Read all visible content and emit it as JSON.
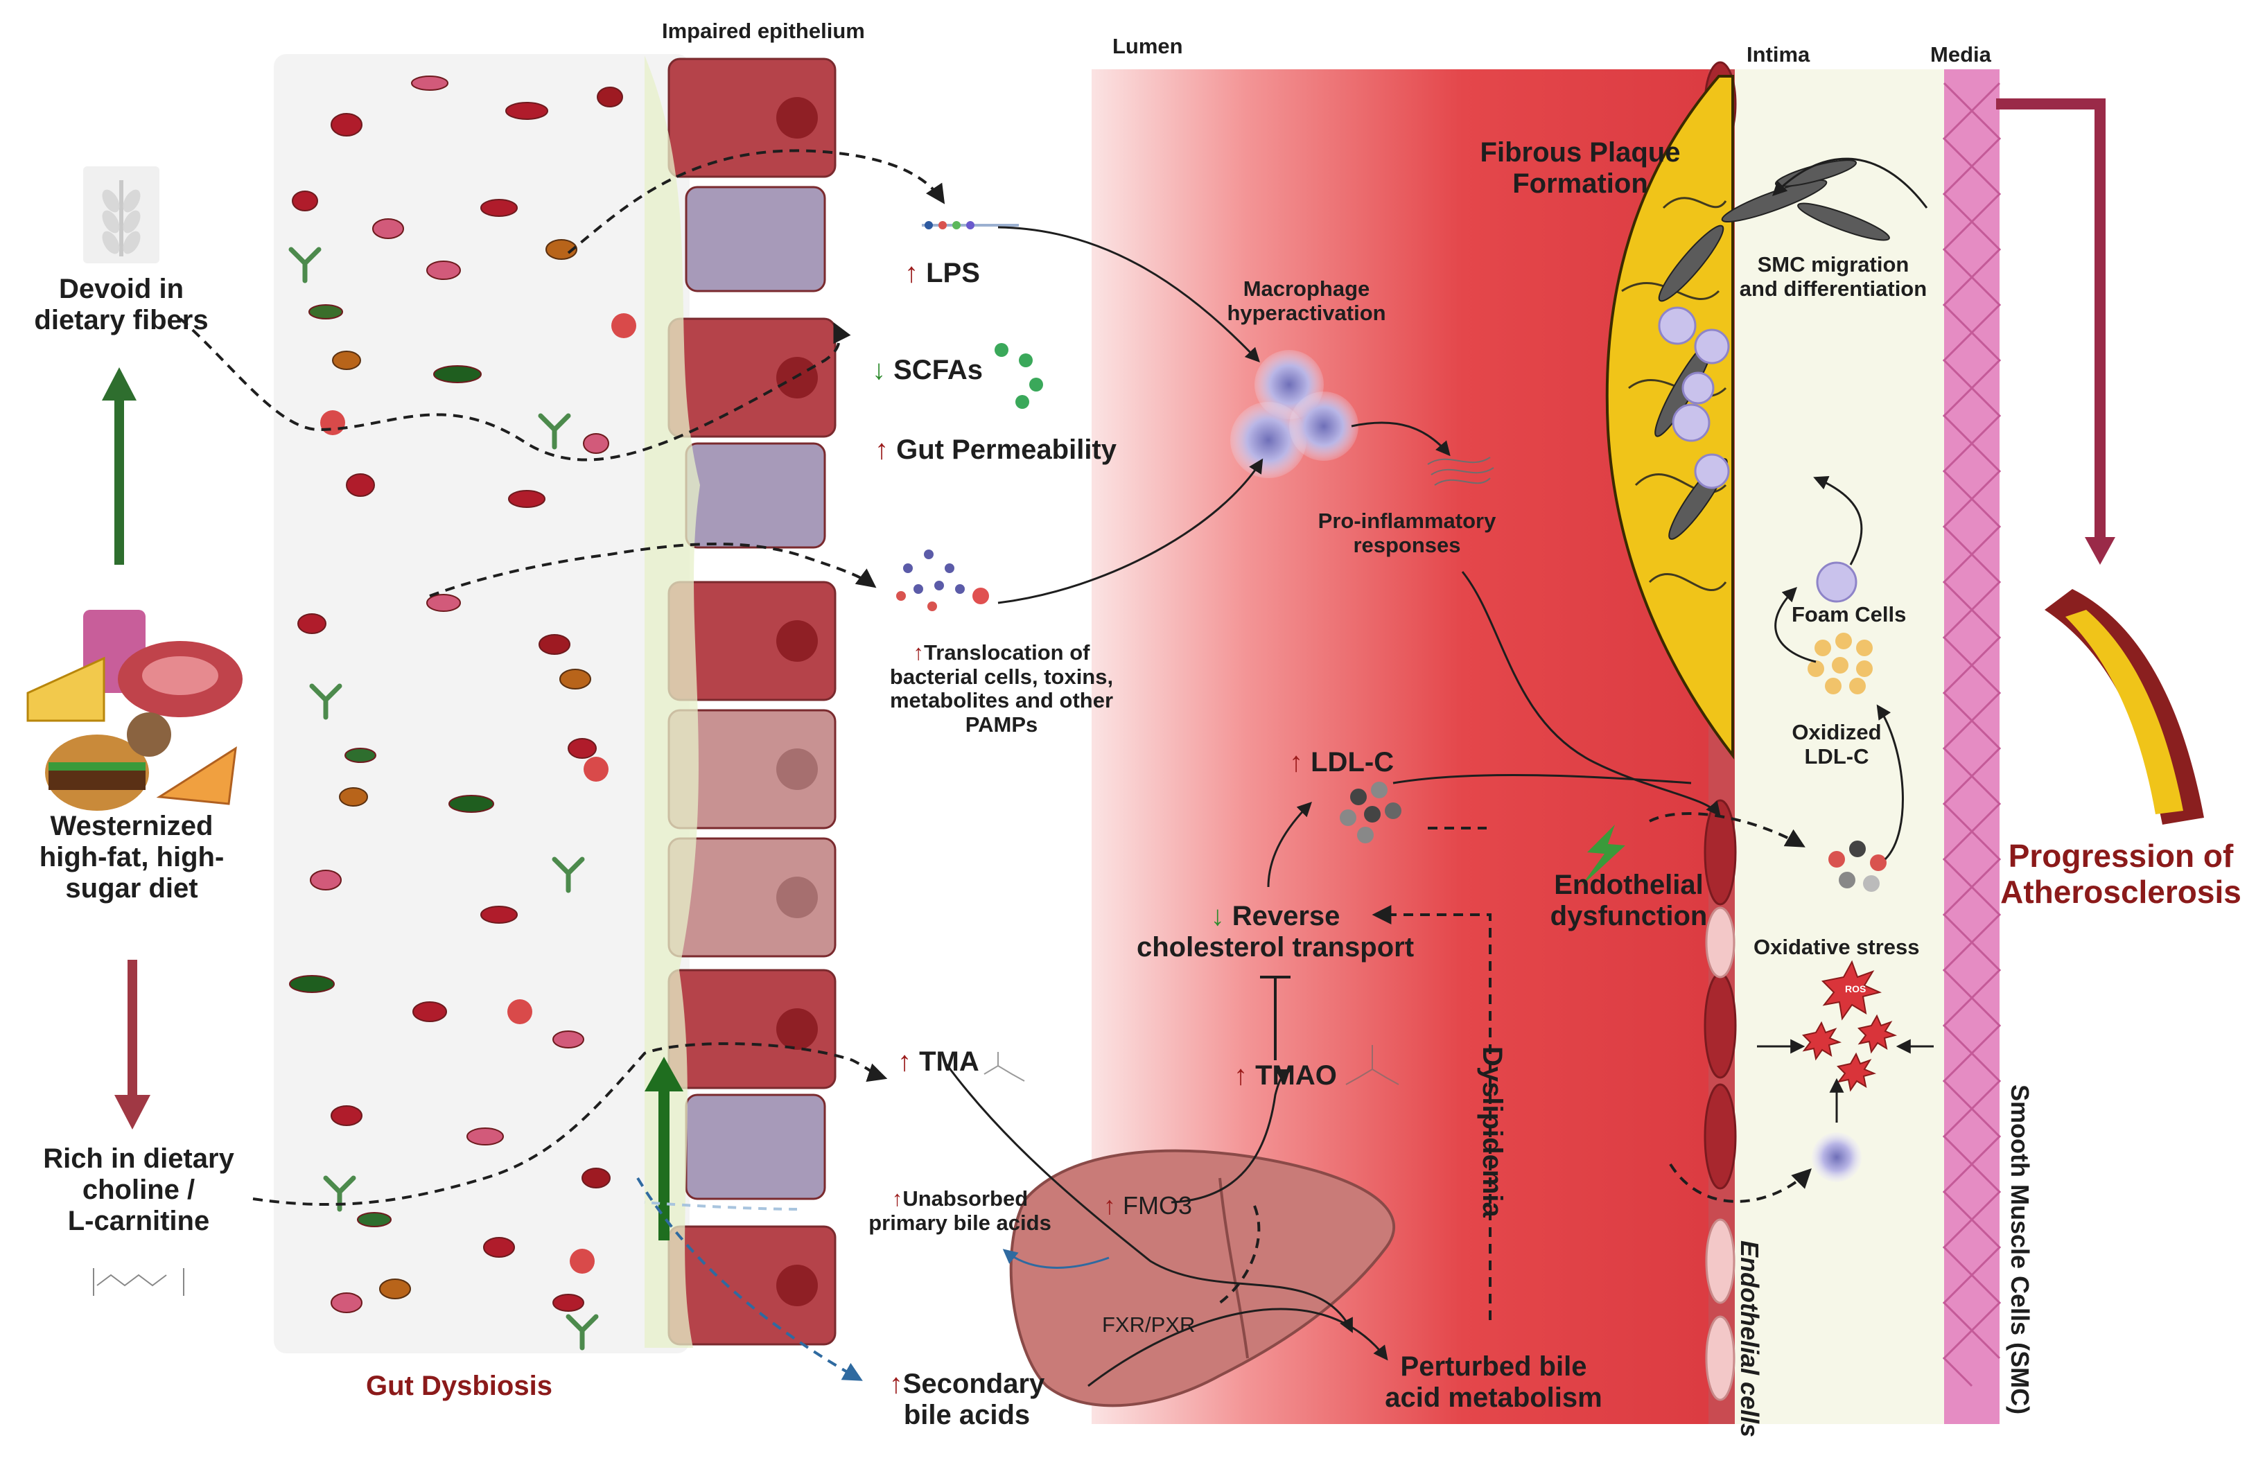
{
  "labels": {
    "impaired_epithelium": "Impaired epithelium",
    "lumen": "Lumen",
    "intima": "Intima",
    "media": "Media",
    "devoid_fibers": "Devoid in\ndietary fibers",
    "westernized_diet": "Westernized\nhigh-fat, high-\nsugar diet",
    "rich_choline": "Rich in dietary\ncholine /\nL-carnitine",
    "gut_dysbiosis": "Gut Dysbiosis",
    "lps": "LPS",
    "scfas": "SCFAs",
    "gut_permeability": "Gut Permeability",
    "translocation": "Translocation of\nbacterial cells, toxins,\nmetabolites and other\nPAMPs",
    "tma": "TMA",
    "unabsorbed_bile": "Unabsorbed\nprimary bile acids",
    "secondary_bile": "Secondary\nbile acids",
    "fmo3": "FMO3",
    "fxr_pxr": "FXR/PXR",
    "perturbed_bile": "Perturbed bile\nacid metabolism",
    "macrophage": "Macrophage\nhyperactivation",
    "pro_inflammatory": "Pro-inflammatory\nresponses",
    "ldl_c": "LDL-C",
    "reverse_cholesterol": "Reverse\ncholesterol transport",
    "tmao": "TMAO",
    "dyslipidemia": "Dyslipidemia",
    "fibrous_plaque": "Fibrous Plaque\nFormation",
    "smc_migration": "SMC migration\nand differentiation",
    "foam_cells": "Foam Cells",
    "oxidized_ldl": "Oxidized\nLDL-C",
    "endothelial_dysfunction": "Endothelial\ndysfunction",
    "oxidative_stress": "Oxidative stress",
    "ros": "ROS",
    "endothelial_cells": "Endothelial cells",
    "smc": "Smooth Muscle Cells (SMC)",
    "progression": "Progression of\nAtherosclerosis"
  },
  "symbols": {
    "up_arrow": "↑",
    "down_arrow": "↓"
  },
  "colors": {
    "dark_red": "#8b1a1a",
    "increase_red": "#9b1b1b",
    "decrease_green": "#2e8b2e",
    "lumen_red": "#e4474b",
    "plaque_yellow": "#f0c419",
    "intima_cream": "#f6f7e8",
    "media_pink": "#e58cc3",
    "epithelium_red": "#b5434a",
    "goblet_purple": "#a79ab9",
    "dysbiosis_bg": "#f3f3f3"
  }
}
